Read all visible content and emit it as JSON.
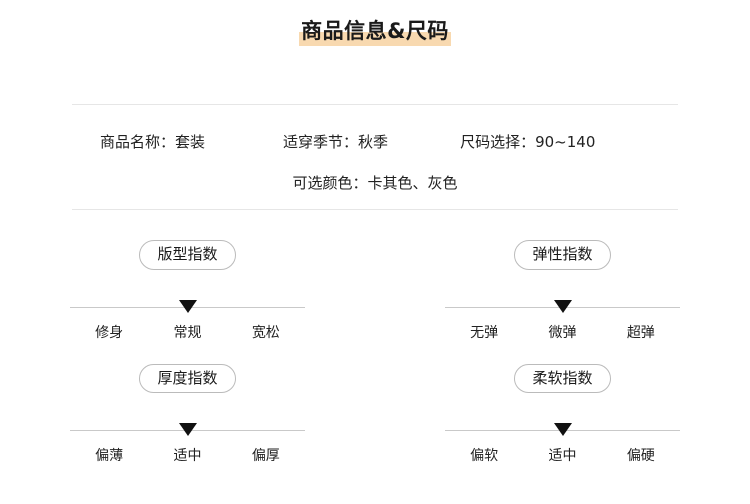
{
  "page": {
    "background_color": "#ffffff",
    "title": "商品信息&尺码",
    "title_highlight_color": "#f8d9b0"
  },
  "info": {
    "row1": [
      {
        "label": "商品名称：",
        "value": "套装"
      },
      {
        "label": "适穿季节：",
        "value": "秋季"
      },
      {
        "label": "尺码选择：",
        "value": "90~140"
      }
    ],
    "row2": {
      "label": "可选颜色：",
      "value": "卡其色、灰色"
    }
  },
  "indices": [
    {
      "name": "版型指数",
      "options": [
        "修身",
        "常规",
        "宽松"
      ],
      "selected_index": 1
    },
    {
      "name": "弹性指数",
      "options": [
        "无弹",
        "微弹",
        "超弹"
      ],
      "selected_index": 1
    },
    {
      "name": "厚度指数",
      "options": [
        "偏薄",
        "适中",
        "偏厚"
      ],
      "selected_index": 1
    },
    {
      "name": "柔软指数",
      "options": [
        "偏软",
        "适中",
        "偏硬"
      ],
      "selected_index": 1
    }
  ]
}
